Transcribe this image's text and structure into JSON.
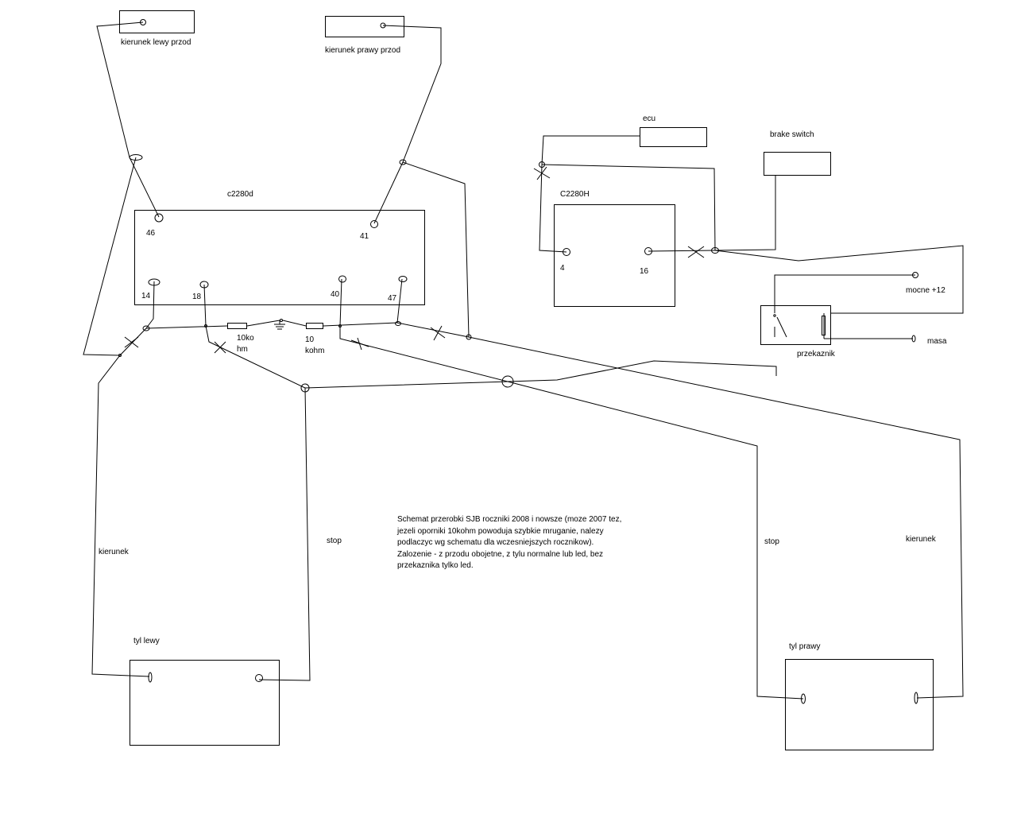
{
  "components": {
    "front_left": "kierunek lewy przod",
    "front_right": "kierunek prawy przod",
    "ecu": "ecu",
    "brake_switch": "brake switch",
    "c2280d": "c2280d",
    "c2280h": "C2280H",
    "relay": "przekaznik",
    "rear_left": "tyl lewy",
    "rear_right": "tyl prawy"
  },
  "pins": {
    "p46": "46",
    "p41": "41",
    "p14": "14",
    "p18": "18",
    "p40": "40",
    "p47": "47",
    "p4": "4",
    "p16": "16"
  },
  "resistors": {
    "r1_line1": "10ko",
    "r1_line2": "hm",
    "r2_line1": "10",
    "r2_line2": "kohm"
  },
  "labels": {
    "power": "mocne +12",
    "ground": "masa",
    "left_turn": "kierunek",
    "left_stop": "stop",
    "right_stop": "stop",
    "right_turn": "kierunek"
  },
  "note": "Schemat przerobki SJB roczniki 2008 i nowsze (moze 2007 tez,\njezeli oporniki 10kohm powoduja szybkie mruganie, nalezy\npodlaczyc wg schematu dla wczesniejszych rocznikow).\nZalozenie - z przodu obojetne, z tylu normalne lub led, bez\nprzekaznika tylko led.",
  "colors": {
    "line": "#000000",
    "background": "#ffffff"
  }
}
